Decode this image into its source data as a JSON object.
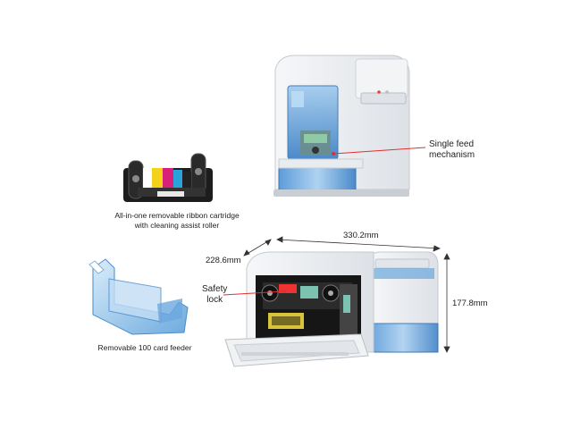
{
  "captions": {
    "ribbon_line1": "All-in-one removable ribbon cartridge",
    "ribbon_line2": "with cleaning assist roller",
    "feeder": "Removable 100 card feeder"
  },
  "callouts": {
    "single_feed_line1": "Single feed",
    "single_feed_line2": "mechanism",
    "safety_line1": "Safety",
    "safety_line2": "lock"
  },
  "dimensions": {
    "width": "330.2mm",
    "depth": "228.6mm",
    "height": "177.8mm"
  },
  "colors": {
    "printer_body": "#eef0f3",
    "translucent_blue": "#4a8fd0",
    "callout_red": "#e03030"
  }
}
